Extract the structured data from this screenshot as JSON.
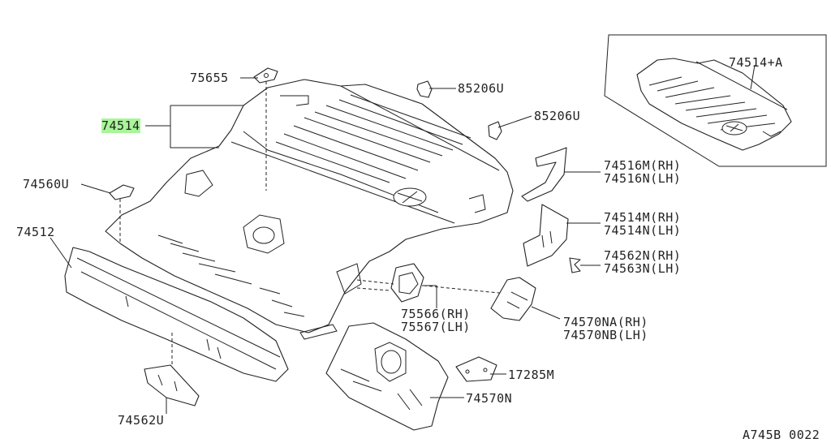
{
  "diagram_code": "A745B 0022",
  "parts": [
    {
      "id": "75655",
      "lines": [
        "75655"
      ],
      "highlight": false
    },
    {
      "id": "85206U-a",
      "lines": [
        "85206U"
      ],
      "highlight": false
    },
    {
      "id": "85206U-b",
      "lines": [
        "85206U"
      ],
      "highlight": false
    },
    {
      "id": "74514",
      "lines": [
        "74514"
      ],
      "highlight": true
    },
    {
      "id": "74514+A",
      "lines": [
        "74514+A"
      ],
      "highlight": false
    },
    {
      "id": "74516",
      "lines": [
        "74516M(RH)",
        "74516N(LH)"
      ],
      "highlight": false
    },
    {
      "id": "74514MN",
      "lines": [
        "74514M(RH)",
        "74514N(LH)"
      ],
      "highlight": false
    },
    {
      "id": "74562-3",
      "lines": [
        "74562N(RH)",
        "74563N(LH)"
      ],
      "highlight": false
    },
    {
      "id": "74560U",
      "lines": [
        "74560U"
      ],
      "highlight": false
    },
    {
      "id": "74512",
      "lines": [
        "74512"
      ],
      "highlight": false
    },
    {
      "id": "75566-7",
      "lines": [
        "75566(RH)",
        "75567(LH)"
      ],
      "highlight": false
    },
    {
      "id": "74570NA-B",
      "lines": [
        "74570NA(RH)",
        "74570NB(LH)"
      ],
      "highlight": false
    },
    {
      "id": "17285M",
      "lines": [
        "17285M"
      ],
      "highlight": false
    },
    {
      "id": "74570N",
      "lines": [
        "74570N"
      ],
      "highlight": false
    },
    {
      "id": "74562U",
      "lines": [
        "74562U"
      ],
      "highlight": false
    }
  ],
  "colors": {
    "highlight": "#a9f59a",
    "line": "#222222"
  }
}
